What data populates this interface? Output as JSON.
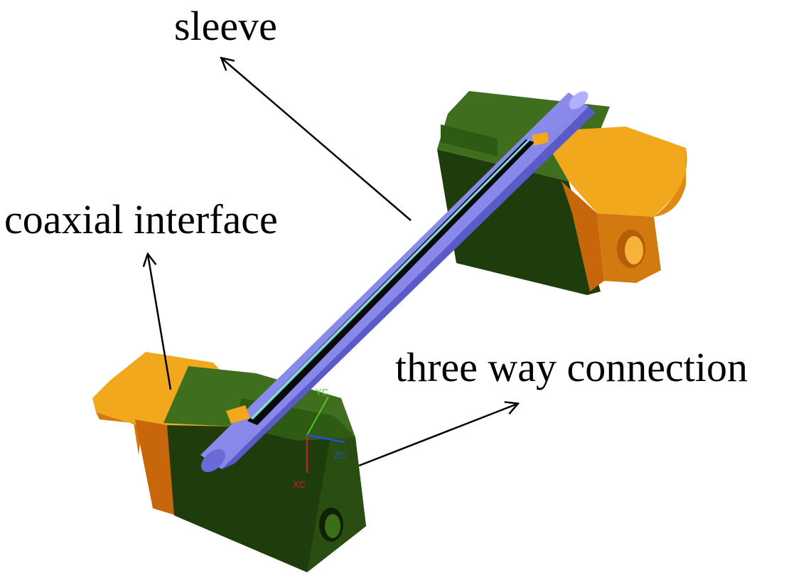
{
  "labels": {
    "sleeve": "sleeve",
    "coaxial_interface": "coaxial interface",
    "three_way_connection": "three way connection"
  },
  "axis_triad": {
    "x": "XC",
    "y": "YC",
    "z": "ZC"
  },
  "colors": {
    "block_green": "#2e5a14",
    "block_green_dark": "#1f3d0c",
    "block_green_top": "#3f6e1e",
    "connector_orange": "#f2a81c",
    "connector_orange_dark": "#d27a10",
    "sleeve_blue": "#8c8cf0",
    "sleeve_blue_dark": "#5a5ac8",
    "axis_x": "#d22020",
    "axis_y": "#4cc820",
    "axis_z": "#2050e0"
  }
}
